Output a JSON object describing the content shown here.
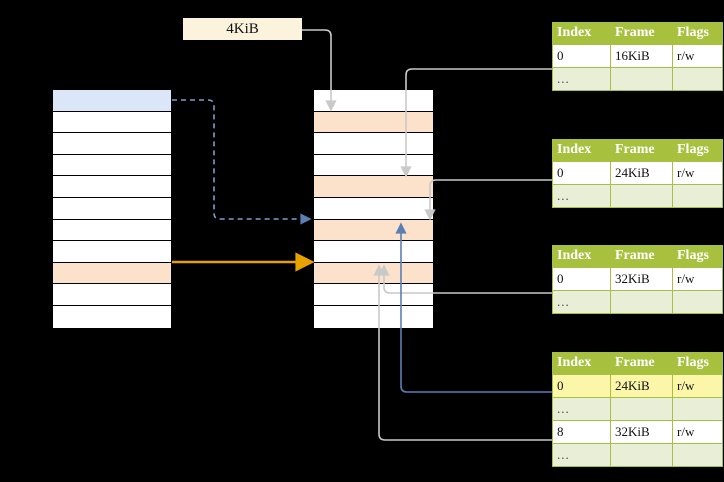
{
  "diagram": {
    "title": "page-table-translation-diagram",
    "label_chip": {
      "text": "4KiB"
    },
    "colors": {
      "header_green": "#a7c13f",
      "ellipsis_row": "#e9efd6",
      "highlight_yellow": "#fbf6a8",
      "peach_row": "#fde2cb",
      "blue_row": "#dbe7f8",
      "chip_cream": "#fcf3dc",
      "orange_arrow": "#e8a200",
      "blue_arrow": "#5b7fb4",
      "gray_arrow": "#c8c8c8"
    },
    "left_column": {
      "name": "virtual-address-space",
      "rows": [
        {
          "index": 0,
          "fill": "blue",
          "text": ""
        },
        {
          "index": 1,
          "fill": "white",
          "text": ""
        },
        {
          "index": 2,
          "fill": "white",
          "text": ""
        },
        {
          "index": 3,
          "fill": "white",
          "text": ""
        },
        {
          "index": 4,
          "fill": "white",
          "text": ""
        },
        {
          "index": 5,
          "fill": "white",
          "text": ""
        },
        {
          "index": 6,
          "fill": "white",
          "text": ""
        },
        {
          "index": 7,
          "fill": "white",
          "text": ""
        },
        {
          "index": 8,
          "fill": "peach",
          "text": ""
        },
        {
          "index": 9,
          "fill": "white",
          "text": ""
        },
        {
          "index": 10,
          "fill": "white",
          "text": ""
        }
      ]
    },
    "middle_column": {
      "name": "physical-memory",
      "rows": [
        {
          "index": 0,
          "fill": "white",
          "text": ""
        },
        {
          "index": 1,
          "fill": "peach",
          "text": ""
        },
        {
          "index": 2,
          "fill": "white",
          "text": ""
        },
        {
          "index": 3,
          "fill": "white",
          "text": ""
        },
        {
          "index": 4,
          "fill": "peach",
          "text": ""
        },
        {
          "index": 5,
          "fill": "white",
          "text": ""
        },
        {
          "index": 6,
          "fill": "peach",
          "text": ""
        },
        {
          "index": 7,
          "fill": "white",
          "text": ""
        },
        {
          "index": 8,
          "fill": "peach",
          "text": ""
        },
        {
          "index": 9,
          "fill": "white",
          "text": ""
        },
        {
          "index": 10,
          "fill": "white",
          "text": ""
        }
      ]
    },
    "page_tables": [
      {
        "name": "page-table-1",
        "headers": [
          "Index",
          "Frame",
          "Flags"
        ],
        "rows": [
          {
            "type": "data",
            "cells": [
              "0",
              "16KiB",
              "r/w"
            ],
            "highlight": false
          },
          {
            "type": "ellipsis",
            "cells": [
              "...",
              "",
              ""
            ],
            "highlight": false
          }
        ]
      },
      {
        "name": "page-table-2",
        "headers": [
          "Index",
          "Frame",
          "Flags"
        ],
        "rows": [
          {
            "type": "data",
            "cells": [
              "0",
              "24KiB",
              "r/w"
            ],
            "highlight": false
          },
          {
            "type": "ellipsis",
            "cells": [
              "...",
              "",
              ""
            ],
            "highlight": false
          }
        ]
      },
      {
        "name": "page-table-3",
        "headers": [
          "Index",
          "Frame",
          "Flags"
        ],
        "rows": [
          {
            "type": "data",
            "cells": [
              "0",
              "32KiB",
              "r/w"
            ],
            "highlight": false
          },
          {
            "type": "ellipsis",
            "cells": [
              "...",
              "",
              ""
            ],
            "highlight": false
          }
        ]
      },
      {
        "name": "page-table-4",
        "headers": [
          "Index",
          "Frame",
          "Flags"
        ],
        "rows": [
          {
            "type": "data",
            "cells": [
              "0",
              "24KiB",
              "r/w"
            ],
            "highlight": true
          },
          {
            "type": "ellipsis",
            "cells": [
              "...",
              "",
              ""
            ],
            "highlight": false
          },
          {
            "type": "data",
            "cells": [
              "8",
              "32KiB",
              "r/w"
            ],
            "highlight": false
          },
          {
            "type": "ellipsis",
            "cells": [
              "...",
              "",
              ""
            ],
            "highlight": false
          }
        ]
      }
    ]
  }
}
